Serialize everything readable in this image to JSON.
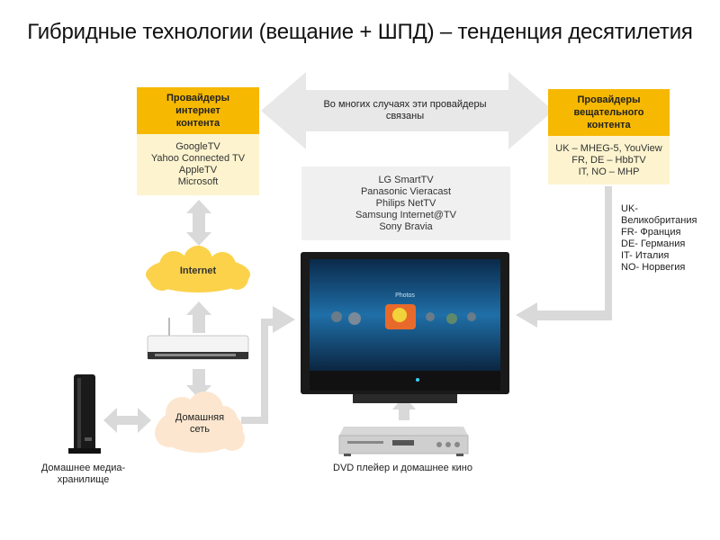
{
  "title": "Гибридные технологии (вещание + ШПД) – тенденция десятилетия",
  "internet_providers": {
    "header": [
      "Провайдеры",
      "интернет",
      "контента"
    ],
    "items": [
      "GoogleTV",
      "Yahoo Connected TV",
      "AppleTV",
      "Microsoft"
    ]
  },
  "linked_note": [
    "Во многих случаях эти провайдеры",
    "связаны"
  ],
  "broadcast_providers": {
    "header": [
      "Провайдеры",
      "вещательного",
      "контента"
    ],
    "items": [
      "UK – MHEG-5, YouView",
      "FR, DE – HbbTV",
      "IT, NO – MHP"
    ]
  },
  "tv_makers": [
    "LG SmartTV",
    "Panasonic Vieracast",
    "Philips NetTV",
    "Samsung Internet@TV",
    "Sony Bravia"
  ],
  "countries": [
    "UK-",
    "Великобритания",
    "FR- Франция",
    "DE- Германия",
    "IT- Италия",
    "NO- Норвегия"
  ],
  "internet_cloud": "Internet",
  "home_network": [
    "Домашняя",
    "сеть"
  ],
  "storage_label": [
    "Домашнее медиа-",
    "хранилище"
  ],
  "dvd_label": "DVD плейер и домашнее кино",
  "tv_screen_label": "Photos",
  "colors": {
    "yellow": "#f6b800",
    "light_yellow": "#fdf4cf",
    "arrow_grey": "#d9d9d9",
    "cloud_yellow": "#fbd24a"
  }
}
